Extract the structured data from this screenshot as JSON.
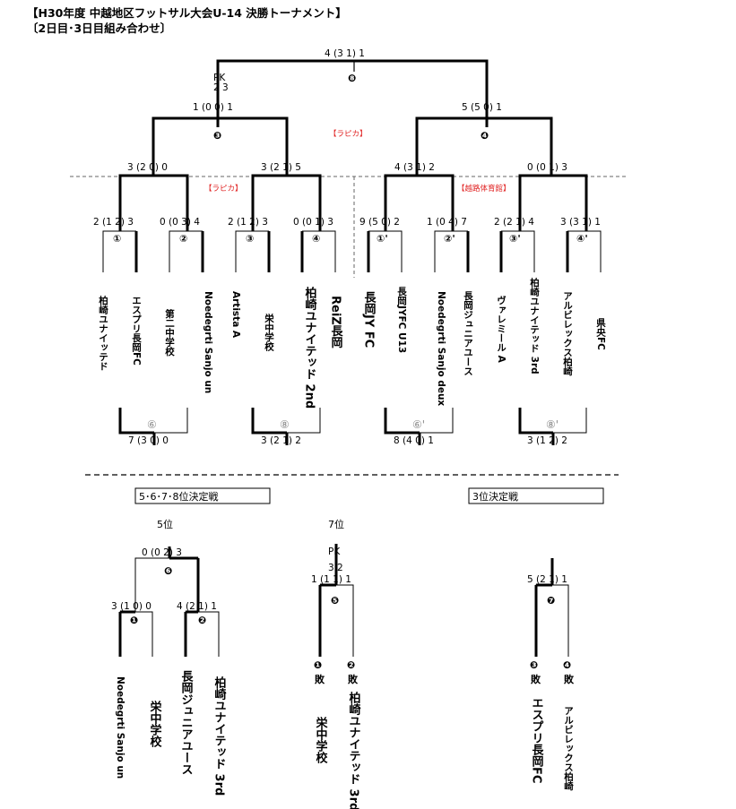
{
  "header": {
    "title": "【H30年度  中越地区フットサル大会U-14  決勝トーナメント】",
    "subtitle": "〔2日目･3日目組み合わせ〕"
  },
  "final": {
    "score": "4 (3 1)  1",
    "pk": "PK",
    "pk_score": "2 3"
  },
  "semis": {
    "left_score": "1 (0 0) 1",
    "right_score": "5 (5 0) 1"
  },
  "venues": {
    "lapika": "【ラピカ】",
    "koshiji": "【越路体育館】"
  },
  "quarters": {
    "q1": "3 (2 0) 0",
    "q2": "3 (2 1) 5",
    "q3": "4 (3 1) 2",
    "q4": "0 (0 1) 3"
  },
  "first_round": [
    "2 (1 2) 3",
    "0 (0 3) 4",
    "2 (1 2) 3",
    "0 (0 1) 3",
    "9 (5 0) 2",
    "1 (0 4) 7",
    "2 (2 1) 4",
    "3 (3 1) 1"
  ],
  "circle_labels": [
    "①",
    "②",
    "③",
    "④",
    "①'",
    "②'",
    "③'",
    "④'"
  ],
  "teams": [
    "柏崎ユナイッテド",
    "エスプリ長岡FC",
    "第二中学校",
    "Noedegrti Sanjo un",
    "Artista A",
    "栄中学校",
    "柏崎ユナイテッド 2nd",
    "ReiZ長岡",
    "長岡JY FC",
    "長岡JYFC U13",
    "Noedegrti Sanjo deux",
    "長岡ジュニアユース",
    "ヴァレミール A",
    "柏崎ユナイテッド 3rd",
    "アルビレックス柏崎",
    "県央FC"
  ],
  "losers_matches": {
    "labels": [
      "⑥",
      "⑧",
      "⑥'",
      "⑧'"
    ],
    "scores": [
      "7 (3 0) 0",
      "3 (2 1) 2",
      "8 (4 0) 1",
      "3 (1 2) 2"
    ]
  },
  "placement": {
    "box_5678": "5･6･7･8位決定戦",
    "box_3rd": "3位決定戦",
    "fifth": "5位",
    "seventh": "7位",
    "m6_score": "0 (0 2) 3",
    "m6_sub_left": "3 (1 0)  0",
    "m6_sub_right": "4 (2 1)  1",
    "m5_pk": "PK",
    "m5_pk_score": "3 2",
    "m5_score": "1 (1  1)  1",
    "m7_score": "5 (2 1)  1",
    "markers": [
      "❶",
      "❷",
      "❸",
      "❹",
      "❺",
      "❻",
      "❼",
      "❽"
    ],
    "lose": "敗",
    "teams_5": [
      "Noedegrti Sanjo un",
      "栄中学校",
      "長岡ジュニアユース",
      "柏崎ユナイテッド 3rd"
    ],
    "teams_7": [
      "栄中学校",
      "柏崎ユナイテッド 3rd"
    ],
    "teams_3": [
      "エスプリ長岡FC",
      "アルビレックス柏崎"
    ]
  }
}
